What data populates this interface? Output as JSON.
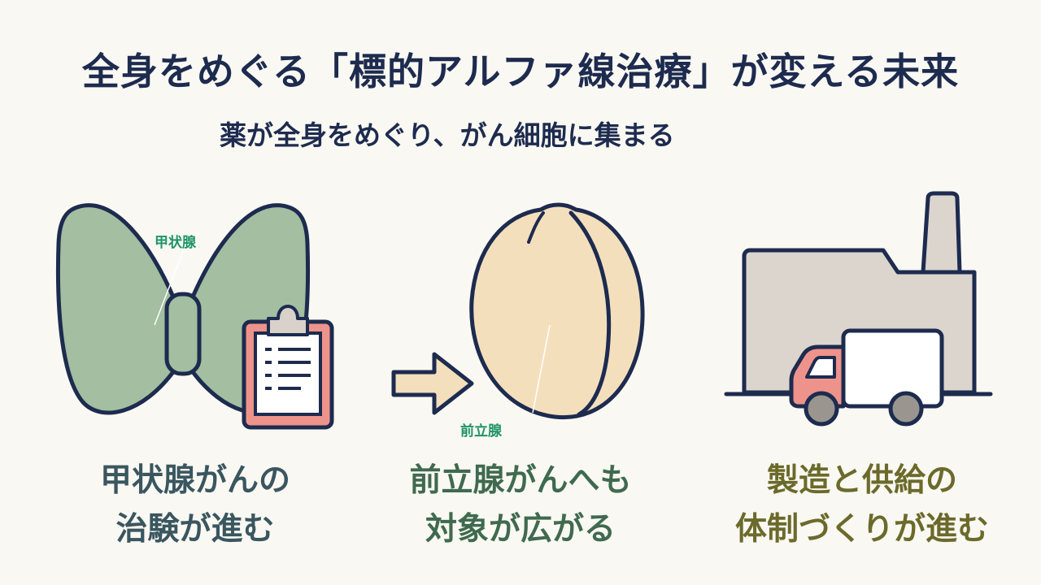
{
  "header": {
    "title": "全身をめぐる「標的アルファ線治療」が変える未来",
    "subtitle": "薬が全身をめぐり、がん細胞に集まる"
  },
  "panels": [
    {
      "label": "甲状腺",
      "caption_line1": "甲状腺がんの",
      "caption_line2": "治験が進む",
      "icons": [
        "thyroid-icon",
        "clipboard-icon"
      ]
    },
    {
      "label": "前立腺",
      "caption_line1": "前立腺がんへも",
      "caption_line2": "対象が広がる",
      "icons": [
        "arrow-right-icon",
        "prostate-icon"
      ]
    },
    {
      "caption_line1": "製造と供給の",
      "caption_line2": "体制づくりが進む",
      "icons": [
        "factory-icon",
        "truck-icon"
      ]
    }
  ],
  "colors": {
    "background": "#faf8f2",
    "navy": "#1d2b4f",
    "thyroid_green": "#a3bea0",
    "prostate_beige": "#f4dfbd",
    "factory_gray": "#dbd5ce",
    "truck_red": "#ee938b",
    "label_green": "#1e9466"
  }
}
